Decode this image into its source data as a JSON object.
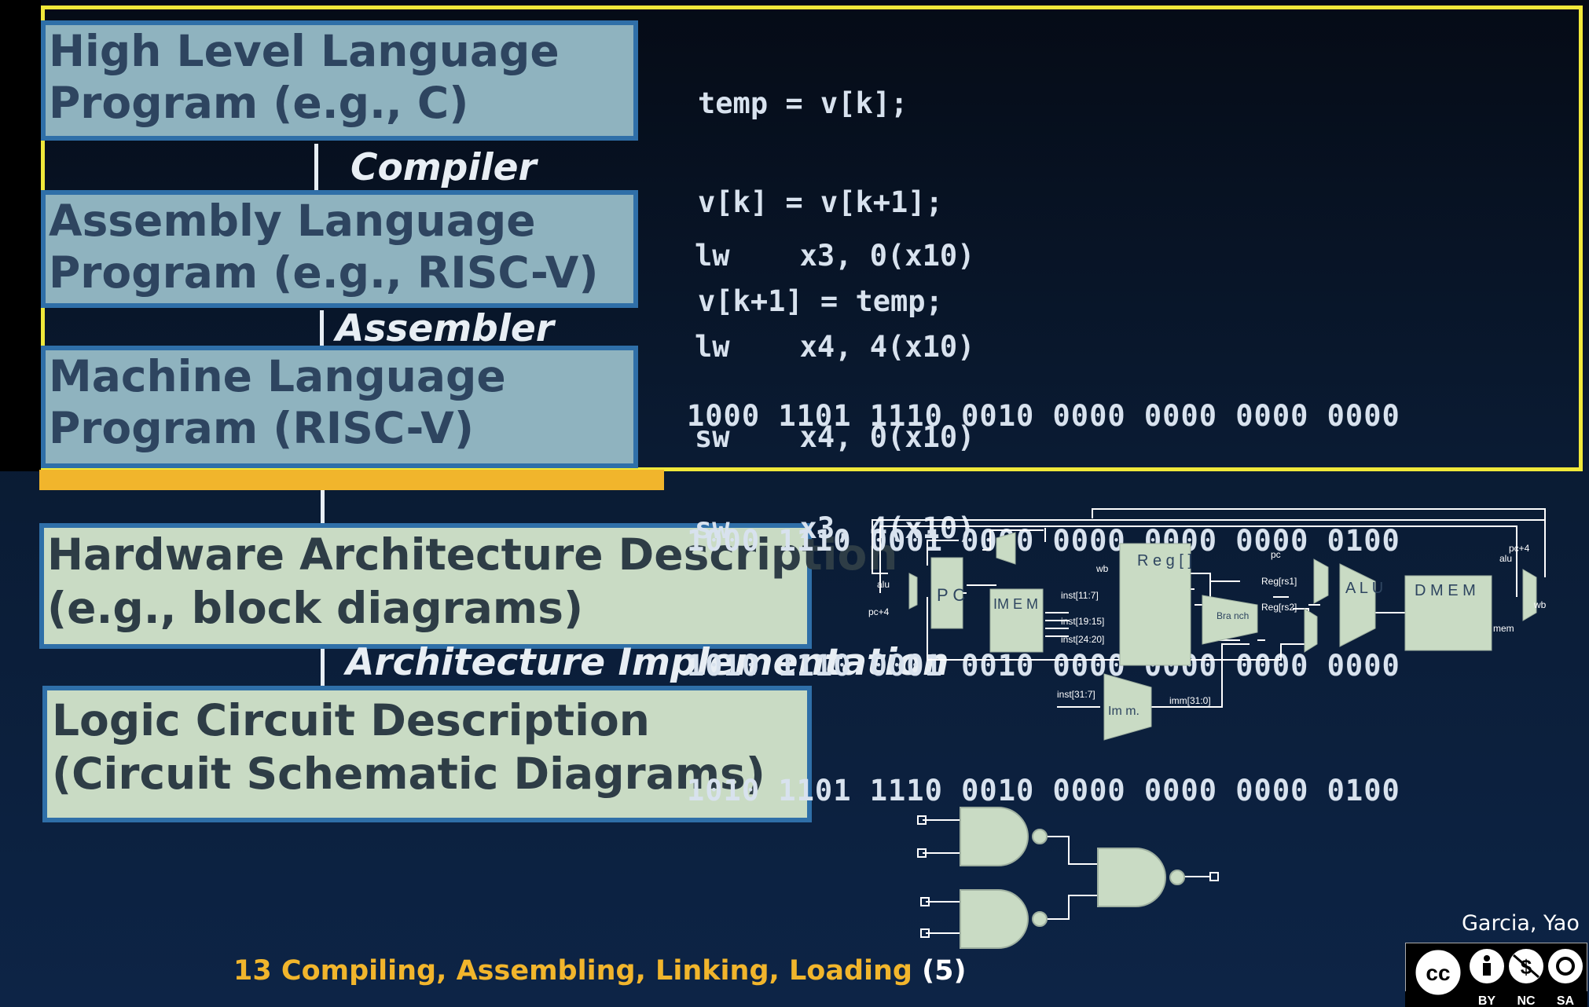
{
  "levels": [
    {
      "line1": "High Level Language",
      "line2": "Program (e.g., C)"
    },
    {
      "line1": "Assembly  Language",
      "line2": "Program (e.g., RISC-V)"
    },
    {
      "line1": "Machine  Language",
      "line2": "Program (RISC-V)"
    },
    {
      "line1": "Hardware Architecture Description",
      "line2": "(e.g., block diagrams)"
    },
    {
      "line1": "Logic Circuit Description",
      "line2": "(Circuit Schematic Diagrams)"
    }
  ],
  "tools": {
    "compiler": "Compiler",
    "assembler": "Assembler",
    "implementation": "Architecture Implementation"
  },
  "c_code": [
    "temp = v[k];",
    "v[k] = v[k+1];",
    "v[k+1] = temp;"
  ],
  "asm_code": [
    "lw    x3, 0(x10)",
    "lw    x4, 4(x10)",
    "sw    x4, 0(x10)",
    "sw    x3, 4(x10)"
  ],
  "machine_code": [
    "1000 1101 1110 0010 0000 0000 0000 0000",
    "1000 1110 0001 0000 0000 0000 0000 0100",
    "1010 1110 0001 0010 0000 0000 0000 0000",
    "1010 1101 1110 0010 0000 0000 0000 0100"
  ],
  "datapath_labels": {
    "pc": "P C",
    "imem": "IM E M",
    "reg": "R e g [ ]",
    "alu": "A L U",
    "dmem": "D M E M",
    "imm": "Im m.",
    "branch": "Bra nch",
    "alu_in": "alu",
    "pc4": "pc+4",
    "pc4_out": "pc+4",
    "alu_out": "alu",
    "mem": "mem",
    "wb": "wb",
    "wb_top": "wb",
    "pc_sig": "pc",
    "rs1": "Reg[rs1]",
    "rs2": "Reg[rs2]",
    "inst_11_7": "inst[11:7]",
    "inst_19_15": "inst[19:15]",
    "inst_24_20": "inst[24:20]",
    "inst_31_7": "inst[31:7]",
    "imm_out": "imm[31:0]"
  },
  "footer": {
    "title": "13 Compiling, Assembling, Linking, Loading ",
    "page": "(5)"
  },
  "authors": "Garcia, Yao",
  "license": {
    "by": "BY",
    "nc": "NC",
    "sa": "SA"
  },
  "colors": {
    "blue_box": "#8fb3bf",
    "green_box": "#c9dbc4",
    "frame": "#f0e83a",
    "accent": "#f1b52c"
  }
}
